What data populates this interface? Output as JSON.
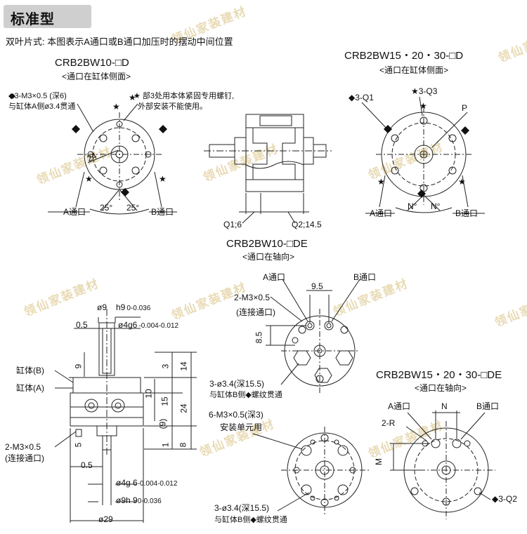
{
  "header": {
    "badge": "标准型",
    "subtitle": "双叶片式: 本图表示A通口或B通口加压时的摆动中间位置"
  },
  "watermark": "领仙家装建材",
  "colors": {
    "badge_bg": "#cfcfcf",
    "watermark": "#c89a2e"
  },
  "top_left": {
    "title": "CRB2BW10-□D",
    "caption": "<通口在缸体侧面>",
    "note1": "◆3-M3×0.5 (深6)",
    "note1b": "与缸体A侧ø3.4贯通",
    "note2": "★ 部3处用本体紧固专用螺钉,",
    "note2b": "外部安装不能使用。",
    "dim_24": "24",
    "dim_25a": "25°",
    "dim_25b": "25°",
    "port_a": "A通口",
    "port_b": "B通口"
  },
  "top_mid": {
    "q1": "Q1;6",
    "q2": "Q2;14.5",
    "title": "CRB2BW10-□DE",
    "caption": "<通口在轴向>"
  },
  "top_right": {
    "title": "CRB2BW15・20・30-□D",
    "caption": "<通口在缸体侧面>",
    "q1": "◆3-Q1",
    "q3": "★3-Q3",
    "p": "P",
    "port_a": "A通口",
    "port_b": "B通口",
    "n1": "N°",
    "n2": "N°"
  },
  "side_view": {
    "d9": "ø9",
    "h9": "h9",
    "h9_tol": "0-0.036",
    "d4g6": "ø4g6",
    "d4g6_tol": "-0.004-0.012",
    "dim_05a": "0.5",
    "dim_9": "9",
    "dim_3": "3",
    "dim_14": "14",
    "dim_10": "10",
    "dim_15": "15",
    "dim_24": "24",
    "dim_9p": "(9)",
    "dim_5": "5",
    "dim_1": "1",
    "dim_8": "8",
    "body_b": "缸体(B)",
    "body_a": "缸体(A)",
    "port_note": "2-M3×0.5",
    "port_note_b": "(连接通口)",
    "dim_05b": "0.5",
    "d4g": "ø4g",
    "d4g_val": "6",
    "d4g_tol": "-0.004-0.012",
    "d9h": "ø9h",
    "d9h_val": "9",
    "d9h_tol": "0-0.036",
    "d29": "ø29"
  },
  "mid_bottom": {
    "port_a": "A通口",
    "port_b": "B通口",
    "dim_95": "9.5",
    "m3": "2-M3×0.5",
    "m3b": "(连接通口)",
    "dim_85": "8.5",
    "hole1": "3-ø3.4(深15.5)",
    "hole1b": "与缸体B侧◆螺纹贯通",
    "m3c": "6-M3×0.5(深3)",
    "m3cb": "安装单元用",
    "hole2": "3-ø3.4(深15.5)",
    "hole2b": "与缸体B侧◆螺纹贯通"
  },
  "bottom_right": {
    "title": "CRB2BW15・20・30-□DE",
    "caption": "<通口在轴向>",
    "port_a": "A通口",
    "n": "N",
    "port_b": "B通口",
    "r": "2-R",
    "m": "M",
    "q2": "◆3-Q2"
  }
}
